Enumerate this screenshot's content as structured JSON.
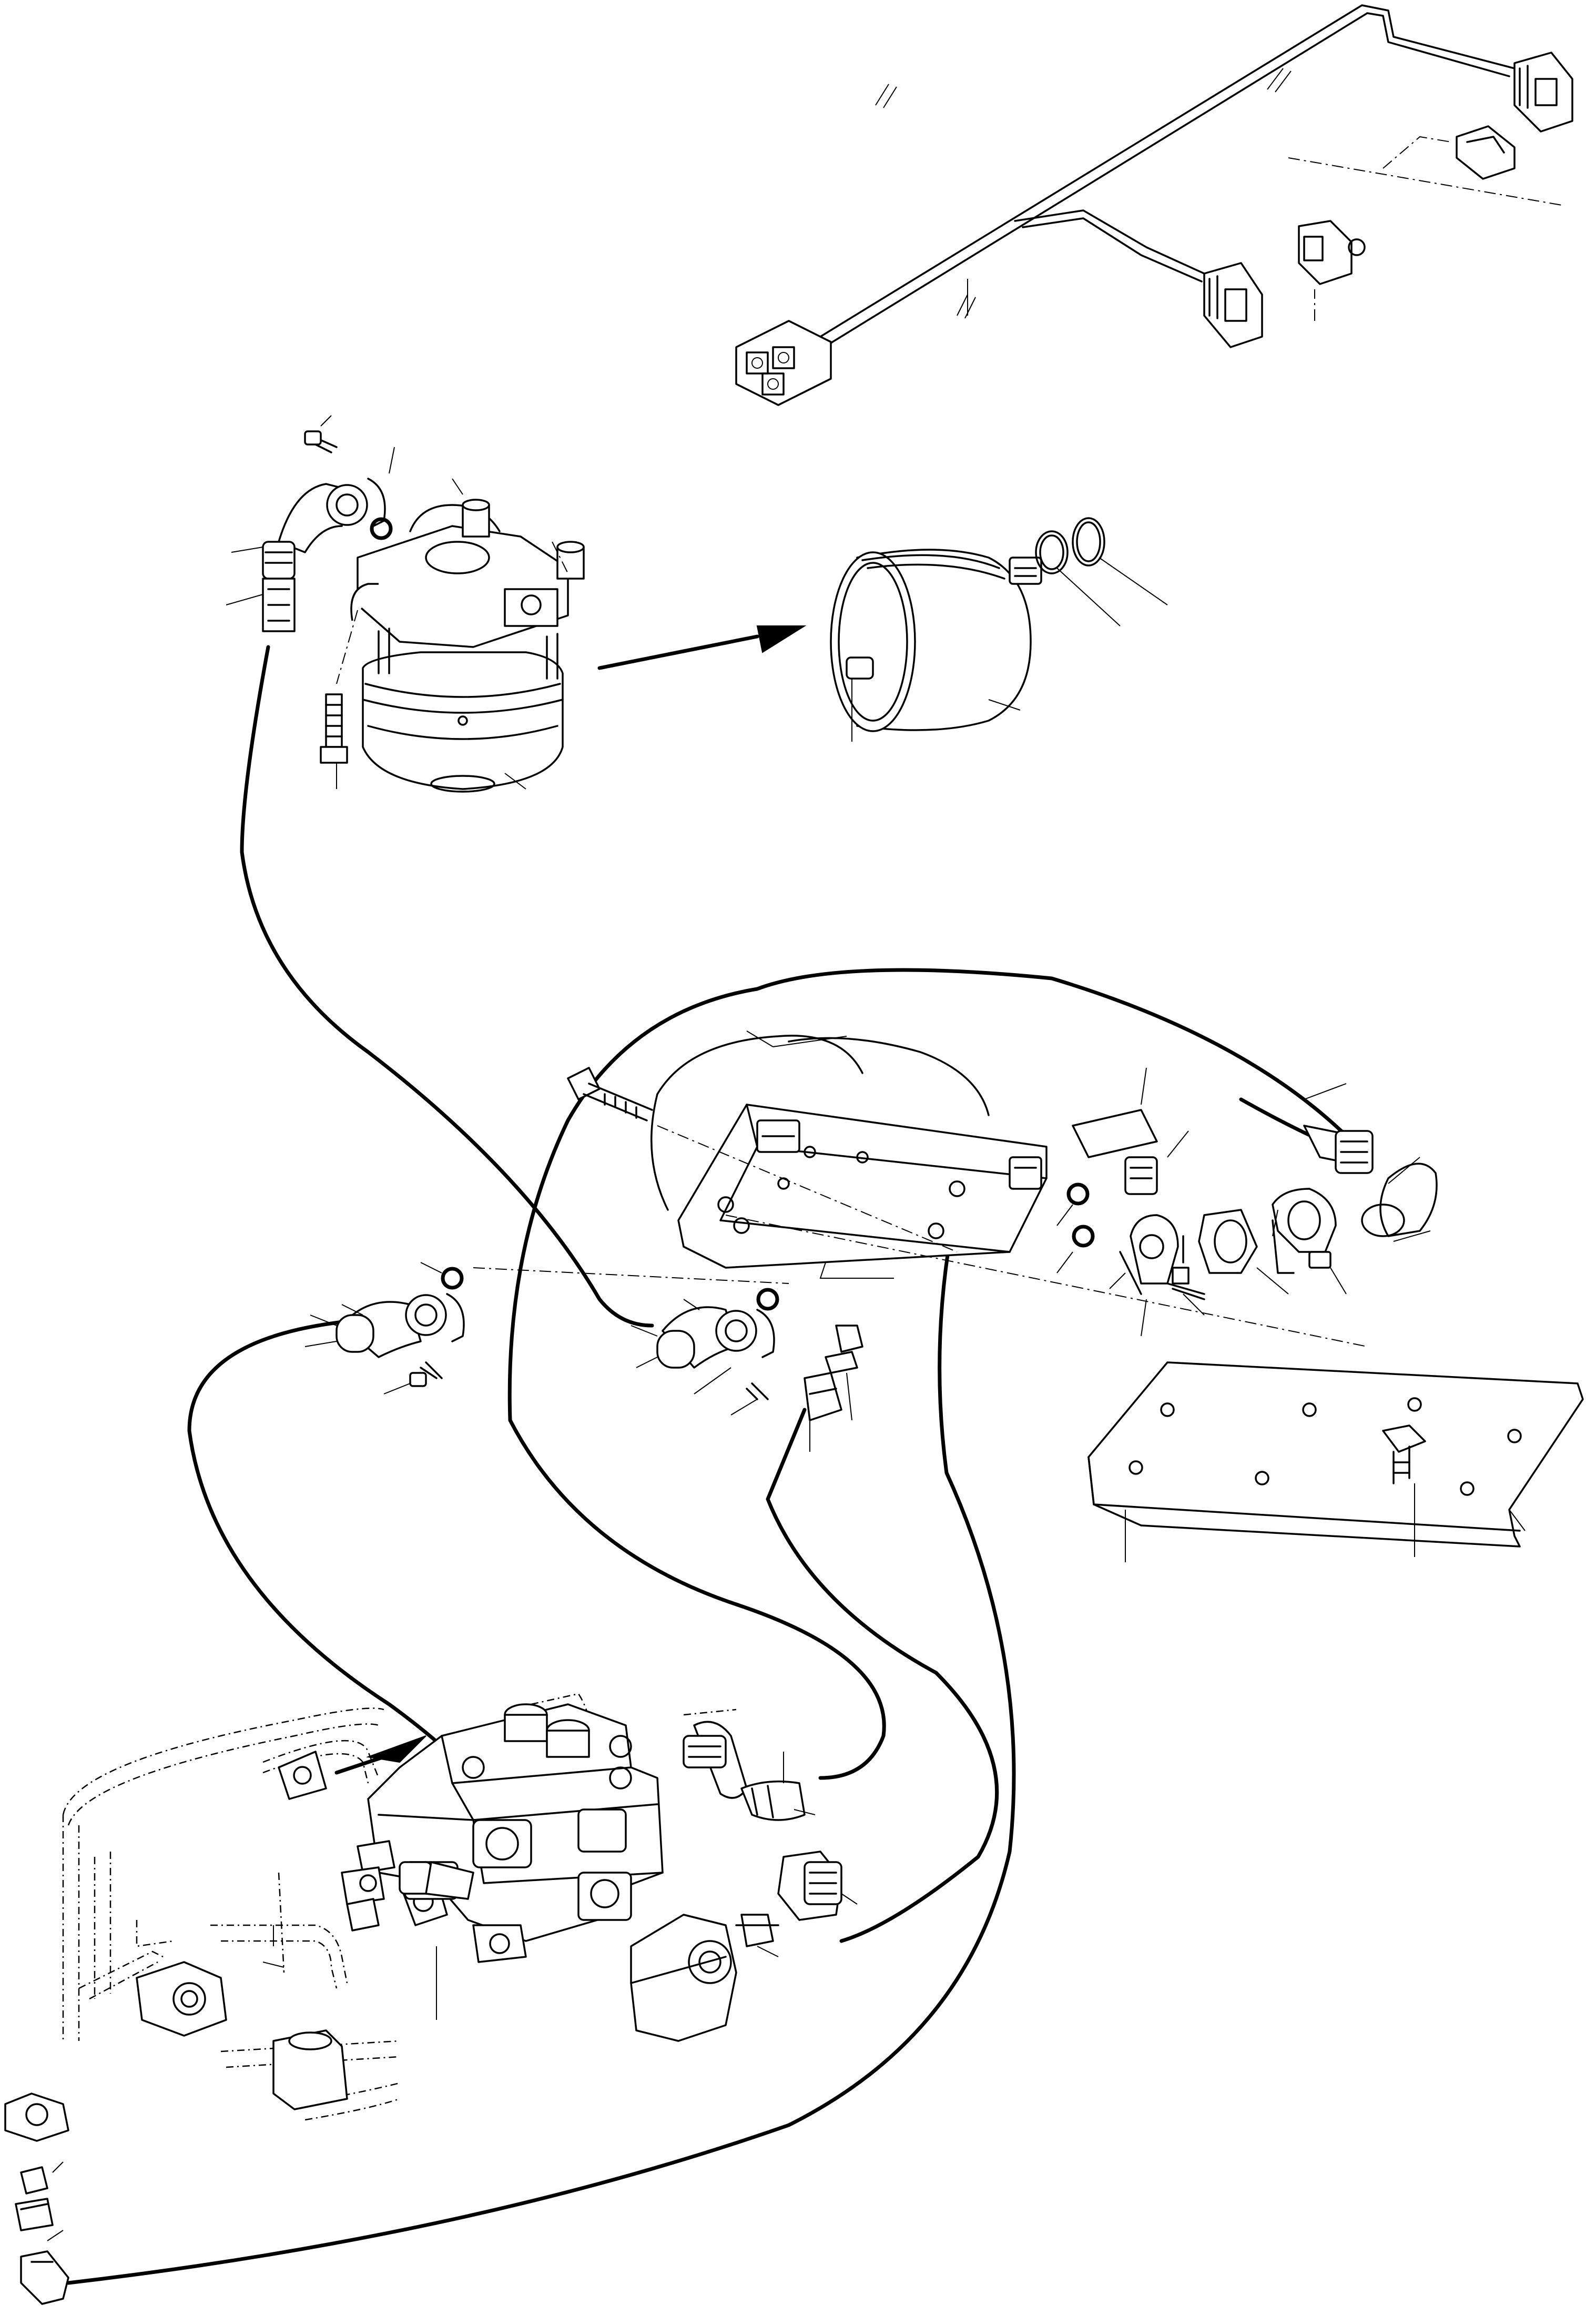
{
  "diagram": {
    "type": "exploded-parts-schematic",
    "labels_visible": false,
    "line_color": "#000000",
    "background": "#ffffff",
    "assemblies": [
      "wiring-harness",
      "brake-chamber",
      "pressure-accumulator",
      "accumulator-mounting-bracket",
      "mounting-plate",
      "brake-valve",
      "hose-assemblies"
    ]
  }
}
